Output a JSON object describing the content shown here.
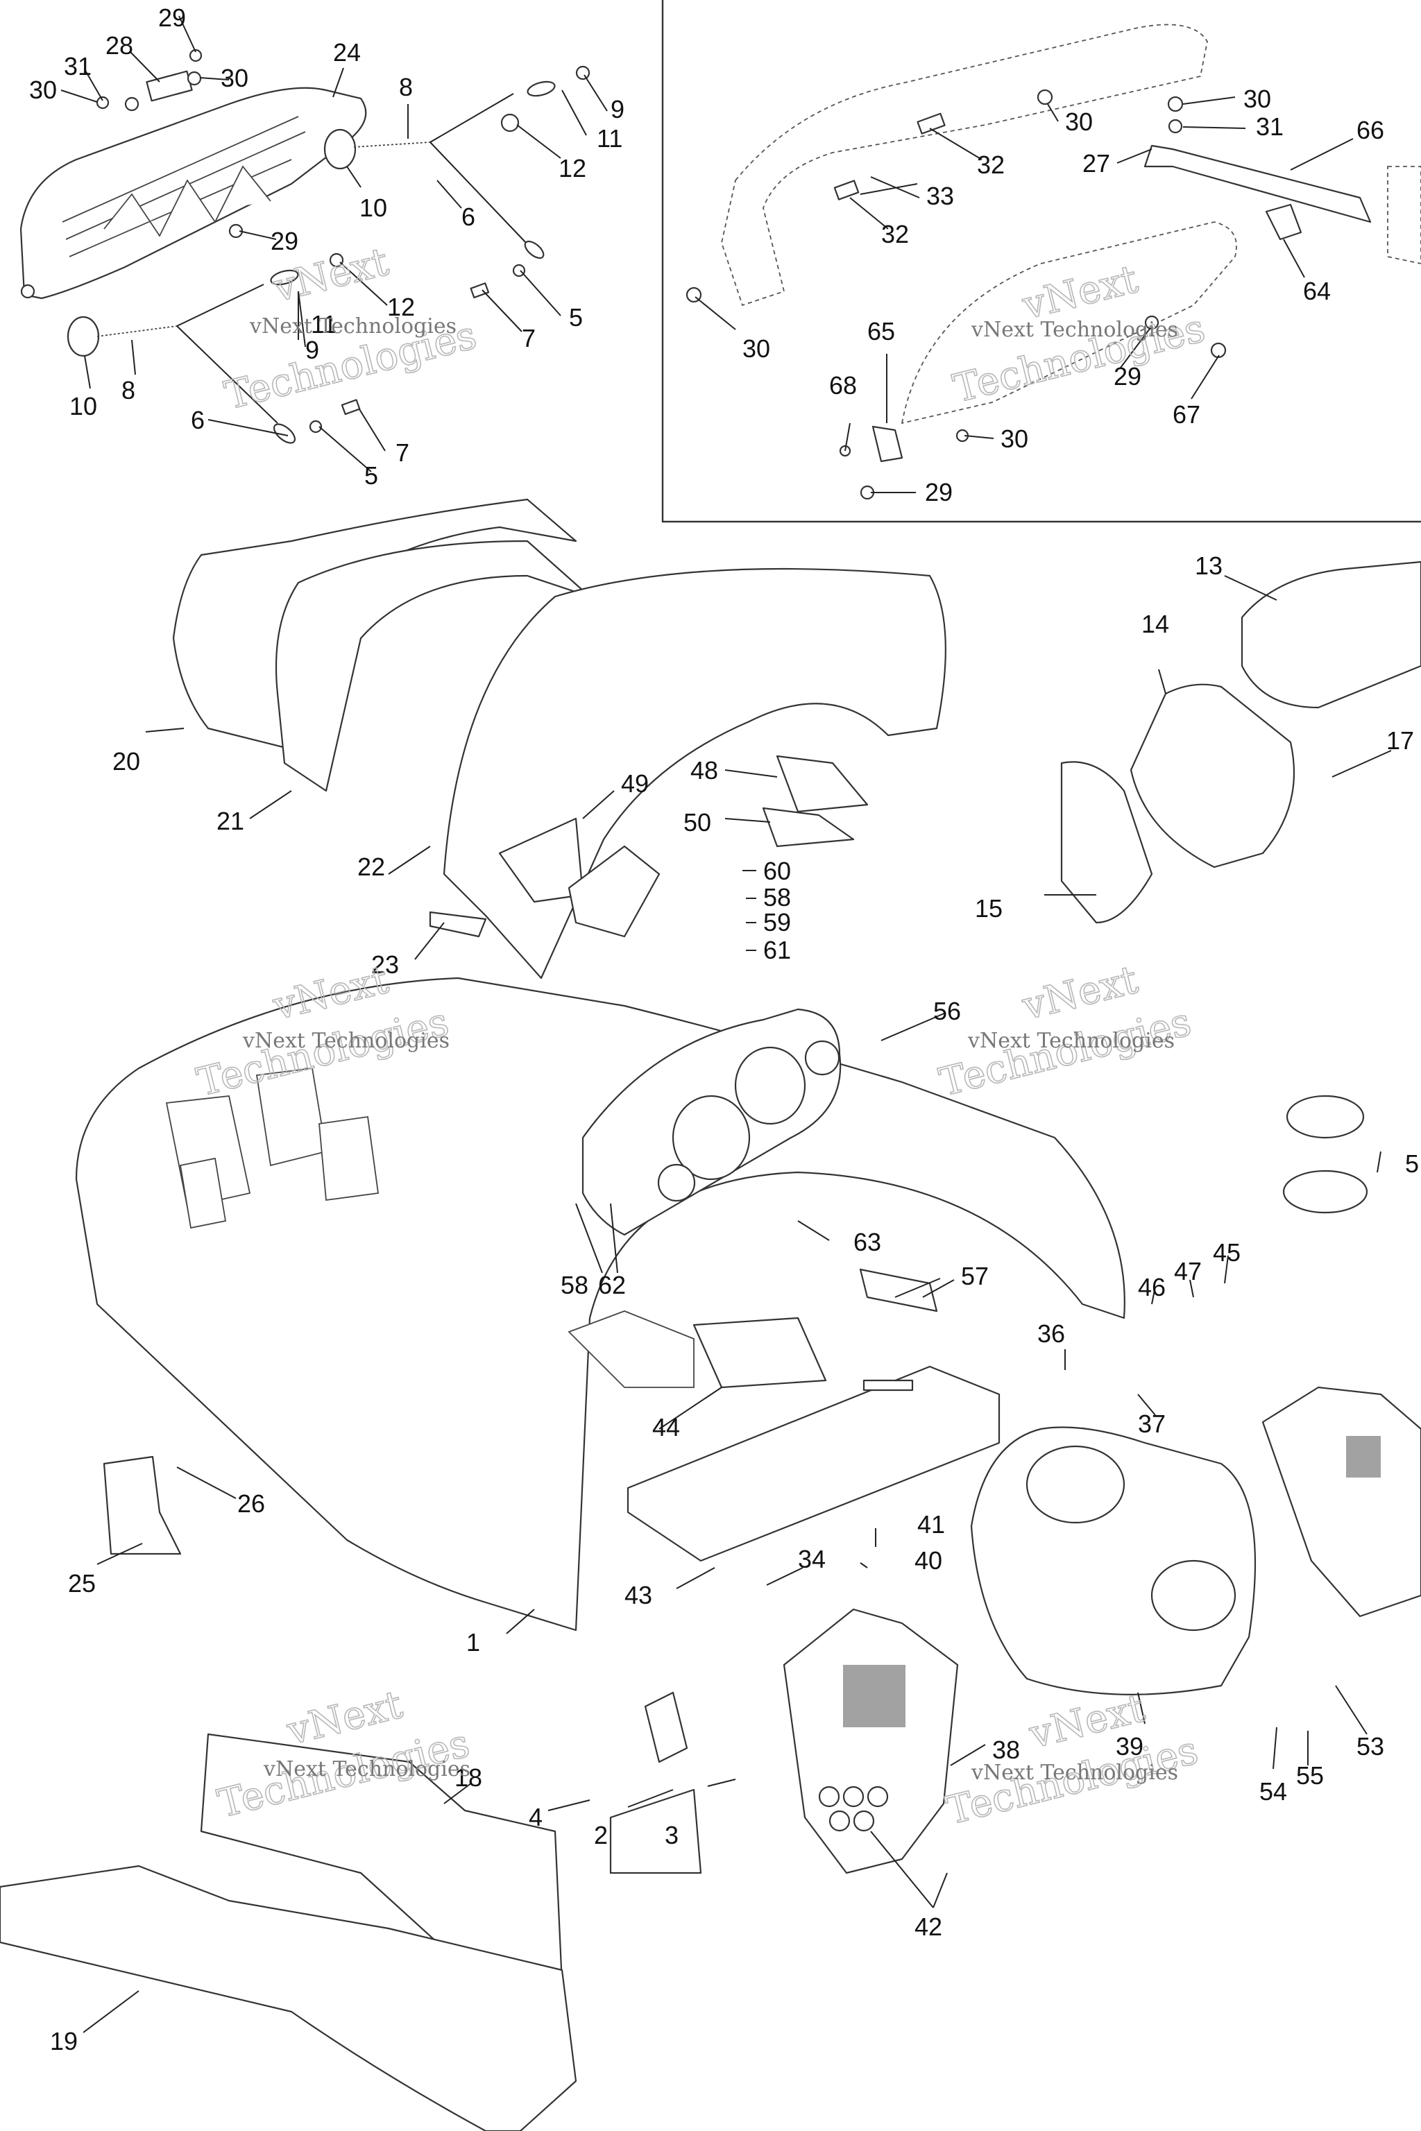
{
  "watermark": {
    "small": "vNext Technologies",
    "big_top": "vNext",
    "big_bottom": "Technologies"
  },
  "callouts": [
    {
      "id": "c-29a",
      "text": "29"
    },
    {
      "id": "c-28",
      "text": "28"
    },
    {
      "id": "c-31a",
      "text": "31"
    },
    {
      "id": "c-30a",
      "text": "30"
    },
    {
      "id": "c-30b",
      "text": "30"
    },
    {
      "id": "c-24",
      "text": "24"
    },
    {
      "id": "c-8a",
      "text": "8"
    },
    {
      "id": "c-9a",
      "text": "9"
    },
    {
      "id": "c-11a",
      "text": "11"
    },
    {
      "id": "c-12a",
      "text": "12"
    },
    {
      "id": "c-10a",
      "text": "10"
    },
    {
      "id": "c-6a",
      "text": "6"
    },
    {
      "id": "c-29b",
      "text": "29"
    },
    {
      "id": "c-12b",
      "text": "12"
    },
    {
      "id": "c-11b",
      "text": "11"
    },
    {
      "id": "c-9b",
      "text": "9"
    },
    {
      "id": "c-5a",
      "text": "5"
    },
    {
      "id": "c-7a",
      "text": "7"
    },
    {
      "id": "c-10b",
      "text": "10"
    },
    {
      "id": "c-8b",
      "text": "8"
    },
    {
      "id": "c-6b",
      "text": "6"
    },
    {
      "id": "c-7b",
      "text": "7"
    },
    {
      "id": "c-5b",
      "text": "5"
    },
    {
      "id": "c-30c",
      "text": "30"
    },
    {
      "id": "c-31b",
      "text": "31"
    },
    {
      "id": "c-66",
      "text": "66"
    },
    {
      "id": "c-30d",
      "text": "30"
    },
    {
      "id": "c-32a",
      "text": "32"
    },
    {
      "id": "c-27",
      "text": "27"
    },
    {
      "id": "c-33",
      "text": "33"
    },
    {
      "id": "c-32b",
      "text": "32"
    },
    {
      "id": "c-64",
      "text": "64"
    },
    {
      "id": "c-30e",
      "text": "30"
    },
    {
      "id": "c-65",
      "text": "65"
    },
    {
      "id": "c-29c",
      "text": "29"
    },
    {
      "id": "c-67",
      "text": "67"
    },
    {
      "id": "c-68",
      "text": "68"
    },
    {
      "id": "c-30f",
      "text": "30"
    },
    {
      "id": "c-29d",
      "text": "29"
    },
    {
      "id": "c-13",
      "text": "13"
    },
    {
      "id": "c-14",
      "text": "14"
    },
    {
      "id": "c-17",
      "text": "17"
    },
    {
      "id": "c-15",
      "text": "15"
    },
    {
      "id": "c-20",
      "text": "20"
    },
    {
      "id": "c-21",
      "text": "21"
    },
    {
      "id": "c-22",
      "text": "22"
    },
    {
      "id": "c-23",
      "text": "23"
    },
    {
      "id": "c-49",
      "text": "49"
    },
    {
      "id": "c-48",
      "text": "48"
    },
    {
      "id": "c-50",
      "text": "50"
    },
    {
      "id": "c-60",
      "text": "60"
    },
    {
      "id": "c-58a",
      "text": "58"
    },
    {
      "id": "c-59",
      "text": "59"
    },
    {
      "id": "c-61",
      "text": "61"
    },
    {
      "id": "c-56",
      "text": "56"
    },
    {
      "id": "c-5c",
      "text": "5"
    },
    {
      "id": "c-63",
      "text": "63"
    },
    {
      "id": "c-58b",
      "text": "58"
    },
    {
      "id": "c-62",
      "text": "62"
    },
    {
      "id": "c-57",
      "text": "57"
    },
    {
      "id": "c-45",
      "text": "45"
    },
    {
      "id": "c-47",
      "text": "47"
    },
    {
      "id": "c-46",
      "text": "46"
    },
    {
      "id": "c-36",
      "text": "36"
    },
    {
      "id": "c-37",
      "text": "37"
    },
    {
      "id": "c-44",
      "text": "44"
    },
    {
      "id": "c-26",
      "text": "26"
    },
    {
      "id": "c-25",
      "text": "25"
    },
    {
      "id": "c-41",
      "text": "41"
    },
    {
      "id": "c-34",
      "text": "34"
    },
    {
      "id": "c-40",
      "text": "40"
    },
    {
      "id": "c-43",
      "text": "43"
    },
    {
      "id": "c-1",
      "text": "1"
    },
    {
      "id": "c-39",
      "text": "39"
    },
    {
      "id": "c-53",
      "text": "53"
    },
    {
      "id": "c-38",
      "text": "38"
    },
    {
      "id": "c-4",
      "text": "4"
    },
    {
      "id": "c-2",
      "text": "2"
    },
    {
      "id": "c-3",
      "text": "3"
    },
    {
      "id": "c-18",
      "text": "18"
    },
    {
      "id": "c-54",
      "text": "54"
    },
    {
      "id": "c-55",
      "text": "55"
    },
    {
      "id": "c-42",
      "text": "42"
    },
    {
      "id": "c-19",
      "text": "19"
    }
  ]
}
